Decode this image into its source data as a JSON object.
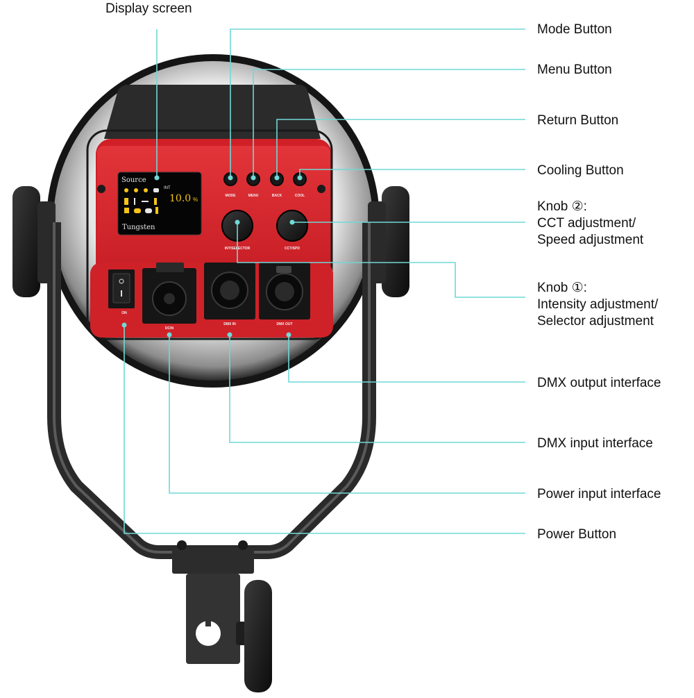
{
  "diagram": {
    "callouts": {
      "display_screen": "Display screen",
      "mode_button": "Mode Button",
      "menu_button": "Menu Button",
      "return_button": "Return Button",
      "cooling_button": "Cooling Button",
      "knob2": [
        "Knob ②:",
        "CCT adjustment/",
        "Speed adjustment"
      ],
      "knob1": [
        "Knob ①:",
        "Intensity adjustment/",
        "Selector adjustment"
      ],
      "dmx_output": "DMX output interface",
      "dmx_input": "DMX input interface",
      "power_input": "Power input interface",
      "power_button": "Power Button"
    },
    "panel_labels": {
      "mode": "MODE",
      "menu": "MENU",
      "back": "BACK",
      "cool": "COOL",
      "int_selector": "INT/SELECTOR",
      "cct_spd": "CCT/SPD",
      "on": "ON",
      "dc_in": "DCIN",
      "dmx_in": "DMX IN",
      "dmx_out": "DMX OUT"
    },
    "screen": {
      "header": "Source",
      "int_label": "INT",
      "value": "10.0",
      "unit": "%",
      "preset": "Tungsten"
    },
    "colors": {
      "leader_line": "#6fd9d6",
      "panel_red": "#d8262c",
      "body_black": "#1f1f1f",
      "lcd_yellow": "#f5c518"
    }
  }
}
